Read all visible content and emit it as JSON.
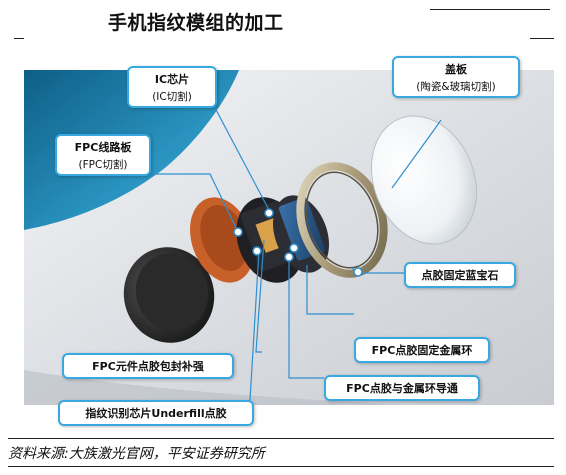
{
  "title": "手机指纹模组的加工",
  "source": "资料来源:大族激光官网，平安证券研究所",
  "callouts": {
    "ic_chip": {
      "main": "IC芯片",
      "sub": "(IC切割)"
    },
    "cover": {
      "main": "盖板",
      "sub": "(陶瓷&玻璃切割)"
    },
    "fpc_board": {
      "main": "FPC线路板",
      "sub": "(FPC切割)"
    },
    "sapphire": "点胶固定蓝宝石",
    "metal_ring": "FPC点胶固定金属环",
    "conduct": "FPC点胶与金属环导通",
    "component": "FPC元件点胶包封补强",
    "underfill": "指纹识别芯片Underfill点胶"
  }
}
